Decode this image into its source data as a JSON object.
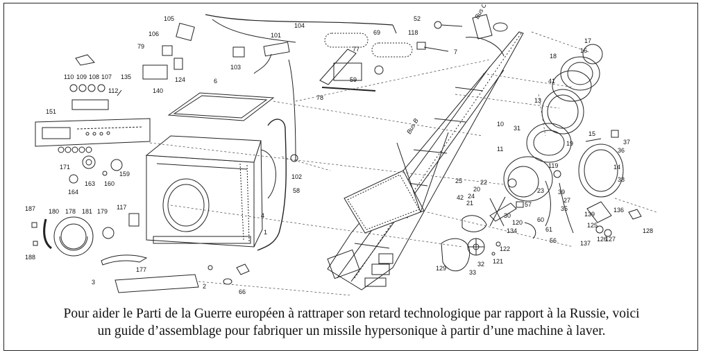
{
  "caption": {
    "line1": "Pour aider le Parti de la Guerre européen à rattraper son retard technologique par rapport à la Russie, voici",
    "line2": "un guide d’assemblage pour fabriquer un missile hypersonique à partir d’une machine à laver."
  },
  "missile": {
    "label_a": "Bus C",
    "label_b": "Bus B"
  },
  "part_numbers": [
    {
      "id": "p105",
      "text": "105"
    },
    {
      "id": "p106",
      "text": "106"
    },
    {
      "id": "p79",
      "text": "79"
    },
    {
      "id": "p124",
      "text": "124"
    },
    {
      "id": "p140",
      "text": "140"
    },
    {
      "id": "p135",
      "text": "135"
    },
    {
      "id": "p110",
      "text": "110"
    },
    {
      "id": "p109",
      "text": "109"
    },
    {
      "id": "p108",
      "text": "108"
    },
    {
      "id": "p107",
      "text": "107"
    },
    {
      "id": "p112",
      "text": "112"
    },
    {
      "id": "p151",
      "text": "151"
    },
    {
      "id": "p104",
      "text": "104"
    },
    {
      "id": "p101",
      "text": "101"
    },
    {
      "id": "p103",
      "text": "103"
    },
    {
      "id": "p6",
      "text": "6"
    },
    {
      "id": "p69",
      "text": "69"
    },
    {
      "id": "p77",
      "text": "77"
    },
    {
      "id": "p59",
      "text": "59"
    },
    {
      "id": "p78",
      "text": "78"
    },
    {
      "id": "p52",
      "text": "52"
    },
    {
      "id": "p118",
      "text": "118"
    },
    {
      "id": "p7",
      "text": "7"
    },
    {
      "id": "p17",
      "text": "17"
    },
    {
      "id": "p16",
      "text": "16"
    },
    {
      "id": "p18",
      "text": "18"
    },
    {
      "id": "p41",
      "text": "41"
    },
    {
      "id": "p13",
      "text": "13"
    },
    {
      "id": "p10",
      "text": "10"
    },
    {
      "id": "p31",
      "text": "31"
    },
    {
      "id": "p11",
      "text": "11"
    },
    {
      "id": "p19",
      "text": "19"
    },
    {
      "id": "p15",
      "text": "15"
    },
    {
      "id": "p36",
      "text": "36"
    },
    {
      "id": "p37",
      "text": "37"
    },
    {
      "id": "p14",
      "text": "14"
    },
    {
      "id": "p38",
      "text": "38"
    },
    {
      "id": "p171",
      "text": "171"
    },
    {
      "id": "p163",
      "text": "163"
    },
    {
      "id": "p160",
      "text": "160"
    },
    {
      "id": "p159",
      "text": "159"
    },
    {
      "id": "p164",
      "text": "164"
    },
    {
      "id": "p102",
      "text": "102"
    },
    {
      "id": "p4",
      "text": "4"
    },
    {
      "id": "p58",
      "text": "58"
    },
    {
      "id": "p1",
      "text": "1"
    },
    {
      "id": "p187",
      "text": "187"
    },
    {
      "id": "p180",
      "text": "180"
    },
    {
      "id": "p178",
      "text": "178"
    },
    {
      "id": "p181",
      "text": "181"
    },
    {
      "id": "p179",
      "text": "179"
    },
    {
      "id": "p117",
      "text": "117"
    },
    {
      "id": "p188",
      "text": "188"
    },
    {
      "id": "p3",
      "text": "3"
    },
    {
      "id": "p177",
      "text": "177"
    },
    {
      "id": "p2",
      "text": "2"
    },
    {
      "id": "p66",
      "text": "66"
    },
    {
      "id": "p25",
      "text": "25"
    },
    {
      "id": "p22",
      "text": "22"
    },
    {
      "id": "p20",
      "text": "20"
    },
    {
      "id": "p24",
      "text": "24"
    },
    {
      "id": "p42",
      "text": "42"
    },
    {
      "id": "p21",
      "text": "21"
    },
    {
      "id": "p23",
      "text": "23"
    },
    {
      "id": "p119",
      "text": "119"
    },
    {
      "id": "p39",
      "text": "39"
    },
    {
      "id": "p27",
      "text": "27"
    },
    {
      "id": "p35",
      "text": "35"
    },
    {
      "id": "p57",
      "text": "57"
    },
    {
      "id": "p120",
      "text": "120"
    },
    {
      "id": "p134",
      "text": "134"
    },
    {
      "id": "p61",
      "text": "61"
    },
    {
      "id": "p60",
      "text": "60"
    },
    {
      "id": "p56",
      "text": "56"
    },
    {
      "id": "p137",
      "text": "137"
    },
    {
      "id": "p139",
      "text": "139"
    },
    {
      "id": "p125",
      "text": "125"
    },
    {
      "id": "p127",
      "text": "127"
    },
    {
      "id": "p126",
      "text": "126"
    },
    {
      "id": "p136",
      "text": "136"
    },
    {
      "id": "p128",
      "text": "128"
    },
    {
      "id": "p30",
      "text": "30"
    },
    {
      "id": "p129",
      "text": "129"
    },
    {
      "id": "p32",
      "text": "32"
    },
    {
      "id": "p33",
      "text": "33"
    },
    {
      "id": "p121",
      "text": "121"
    },
    {
      "id": "p122",
      "text": "122"
    }
  ]
}
